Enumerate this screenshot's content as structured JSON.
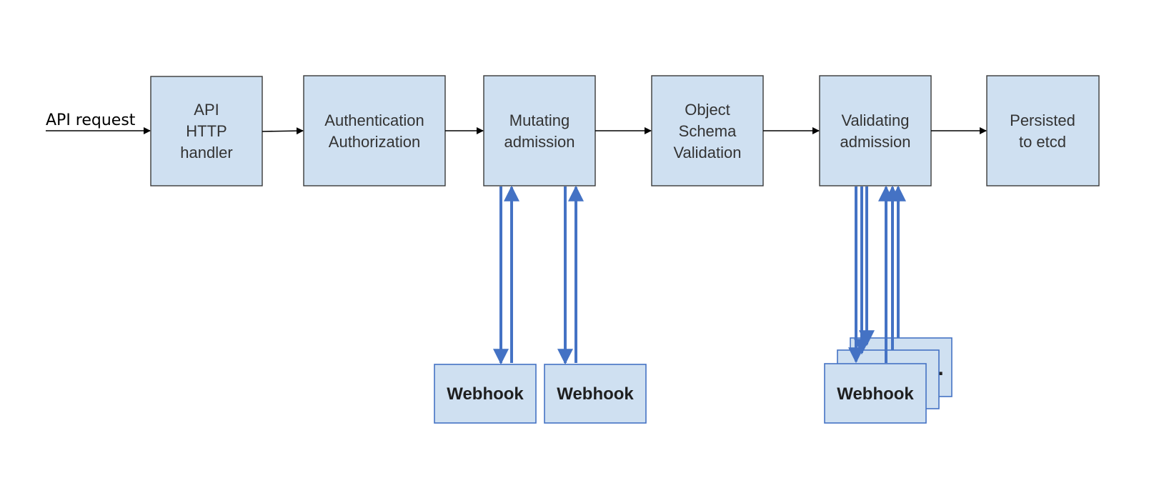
{
  "input_label": "API request",
  "stages": [
    {
      "id": "api-http-handler",
      "lines": [
        "API",
        "HTTP",
        "handler"
      ]
    },
    {
      "id": "authentication-authorization",
      "lines": [
        "Authentication",
        "Authorization"
      ]
    },
    {
      "id": "mutating-admission",
      "lines": [
        "Mutating",
        "admission"
      ]
    },
    {
      "id": "object-schema-validation",
      "lines": [
        "Object",
        "Schema",
        "Validation"
      ]
    },
    {
      "id": "validating-admission",
      "lines": [
        "Validating",
        "admission"
      ]
    },
    {
      "id": "persisted-to-etcd",
      "lines": [
        "Persisted",
        "to etcd"
      ]
    }
  ],
  "webhooks": [
    {
      "id": "mutating-webhook-1",
      "label": "Webhook"
    },
    {
      "id": "mutating-webhook-2",
      "label": "Webhook"
    },
    {
      "id": "validating-webhook",
      "label": "Webhook"
    }
  ],
  "colors": {
    "box_fill": "#cfe0f1",
    "box_stroke": "#3a3a3a",
    "call_arrow": "#4472c4",
    "flow_arrow": "#000000"
  }
}
